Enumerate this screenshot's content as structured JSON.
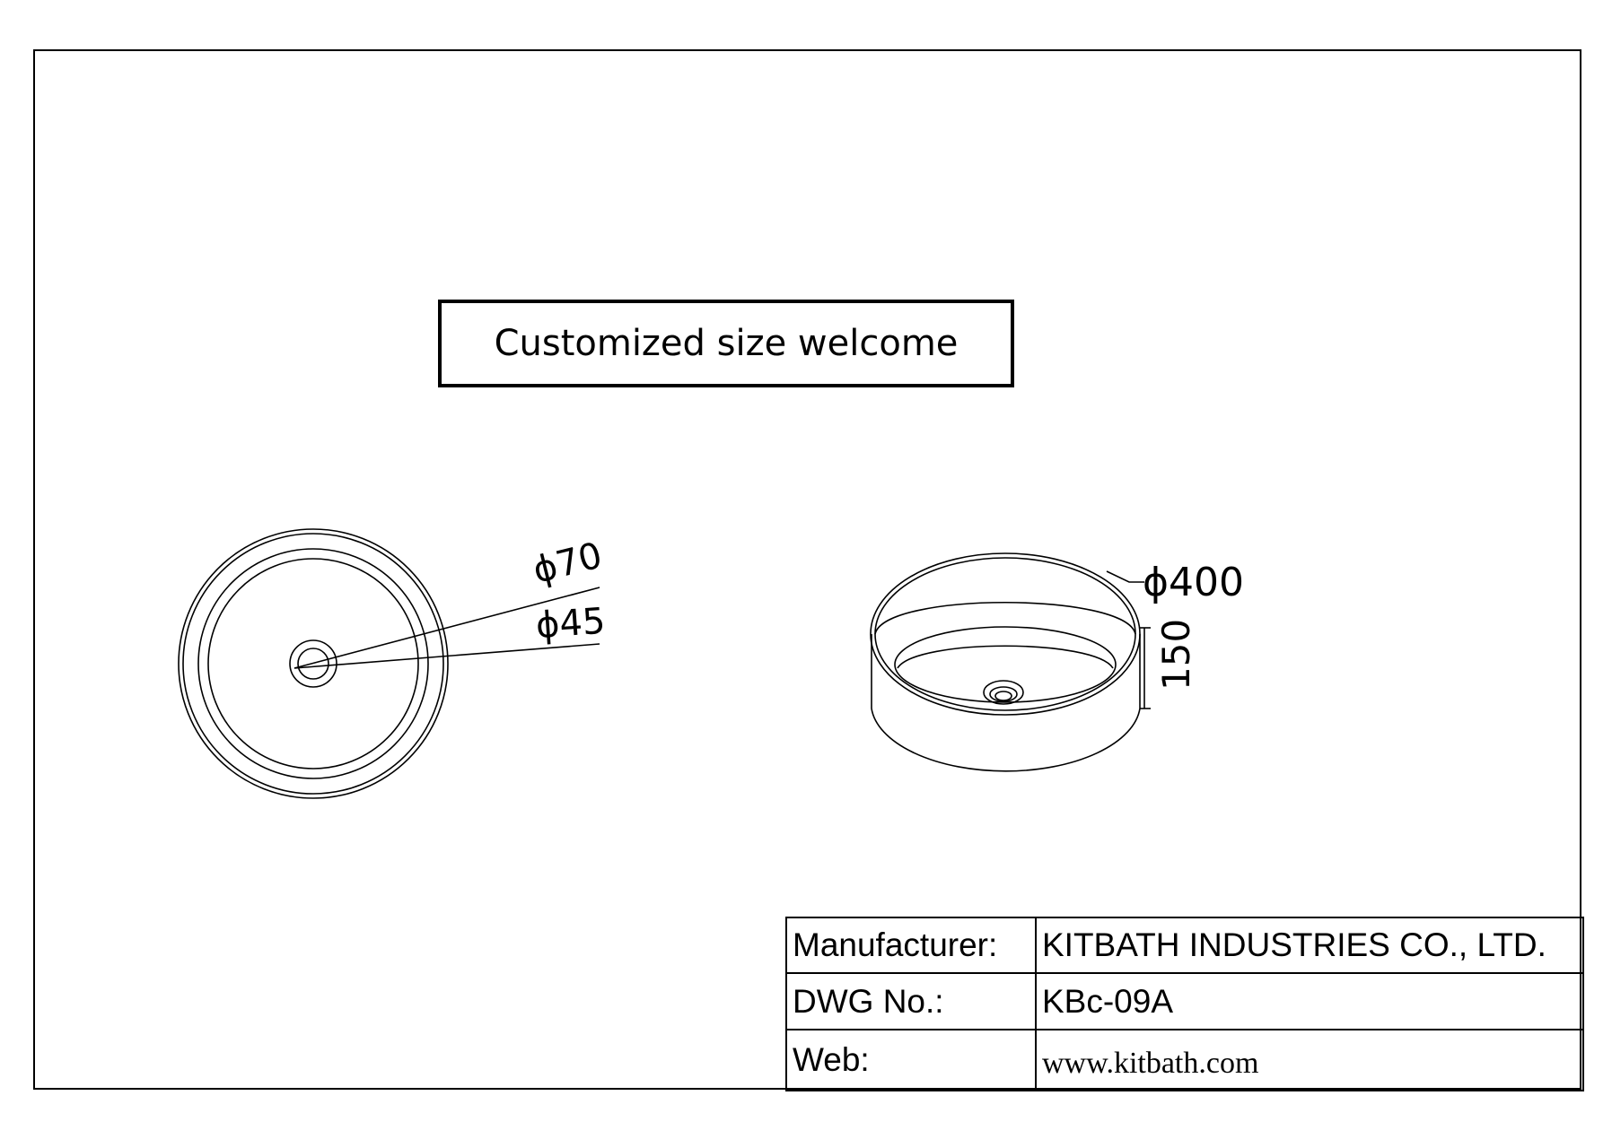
{
  "banner": {
    "text": "Customized size welcome"
  },
  "top_view": {
    "dim_outer_hole": "ϕ70",
    "dim_inner_hole": "ϕ45"
  },
  "side_view": {
    "dim_diameter": "ϕ400",
    "dim_height": "150"
  },
  "title_block": {
    "rows": [
      {
        "label": "Manufacturer:",
        "value": "KITBATH INDUSTRIES CO., LTD."
      },
      {
        "label": "DWG No.:",
        "value": "KBc-09A"
      },
      {
        "label": "Web:",
        "value": "www.kitbath.com"
      }
    ]
  },
  "colors": {
    "line": "#000000",
    "background": "#ffffff"
  }
}
